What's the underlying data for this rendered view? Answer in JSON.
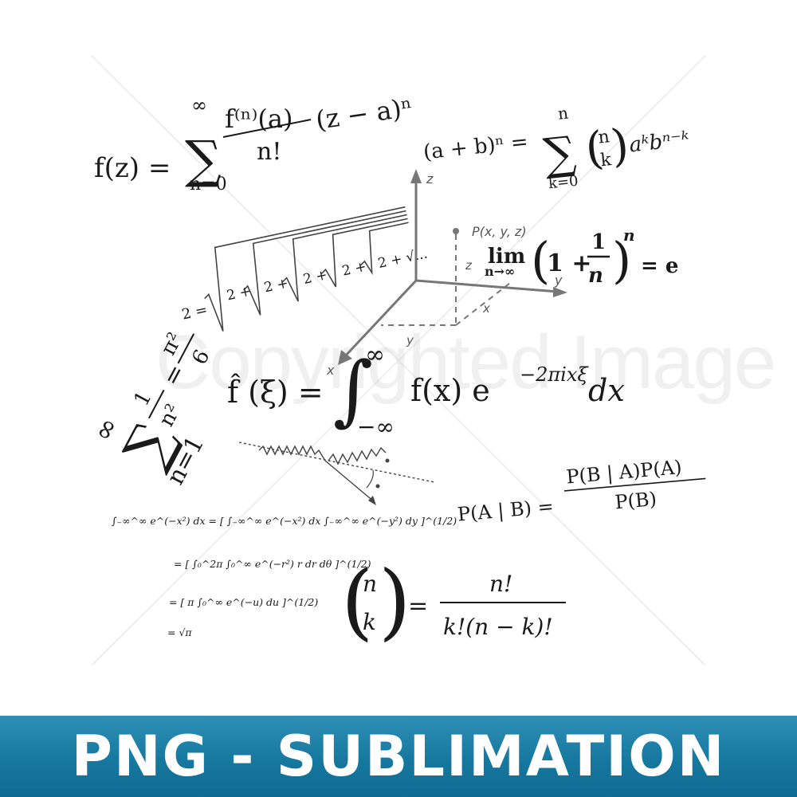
{
  "watermark": {
    "text": "Copyrighted Image"
  },
  "banner": {
    "text": "PNG - SUBLIMATION",
    "color": "#1a80a8",
    "text_color": "#ffffff"
  },
  "formulas": {
    "taylor": {
      "lhs": "f(z) =",
      "sum_top": "∞",
      "sum_sym": "∑",
      "sum_bottom": "n=0",
      "num": "f⁽ⁿ⁾(a)",
      "den": "n!",
      "tail": "(z − a)ⁿ"
    },
    "binomial": {
      "lhs": "(a + b)ⁿ =",
      "sum_top": "n",
      "sum_sym": "∑",
      "sum_bottom": "k=0",
      "choose_top": "n",
      "choose_bottom": "k",
      "tail": "aᵏbⁿ⁻ᵏ"
    },
    "nested_radical": {
      "lhs": "2 =",
      "terms": [
        "2 +",
        "2 +",
        "2 +",
        "2 +",
        "2 + √..."
      ]
    },
    "limit": {
      "lim": "lim",
      "sub": "n→∞",
      "one": "1 +",
      "frac_num": "1",
      "frac_den": "n",
      "power": "n",
      "rhs": "= e"
    },
    "axes": {
      "z": "z",
      "y": "y",
      "x": "x",
      "point": "P(x, y, z)",
      "dx": "x",
      "dy": "y",
      "dz": "z"
    },
    "basel": {
      "top": "∞",
      "sym": "∑",
      "bottom": "n=1",
      "num": "1",
      "den": "n²",
      "eq": "=",
      "rhs_num": "π²",
      "rhs_den": "6"
    },
    "fourier": {
      "lhs": "f̂ (ξ) =",
      "int_top": "∞",
      "int_sym": "∫",
      "int_bottom": "−∞",
      "body": "f(x) e",
      "exp": "−2πixξ",
      "tail": "dx"
    },
    "bayes": {
      "lhs": "P(A | B) =",
      "num": "P(B | A)P(A)",
      "den": "P(B)"
    },
    "gaussian": {
      "line1": "∫₋∞^∞ e^(−x²) dx = [ ∫₋∞^∞ e^(−x²) dx ∫₋∞^∞ e^(−y²) dy ]^(1/2)",
      "line2": "= [ ∫₀^2π ∫₀^∞ e^(−r²) r dr dθ ]^(1/2)",
      "line3": "= [ π ∫₀^∞ e^(−u) du ]^(1/2)",
      "line4": "= √π"
    },
    "binom_coef": {
      "top": "n",
      "bottom": "k",
      "eq": "=",
      "num": "n!",
      "den": "k!(n − k)!"
    }
  }
}
